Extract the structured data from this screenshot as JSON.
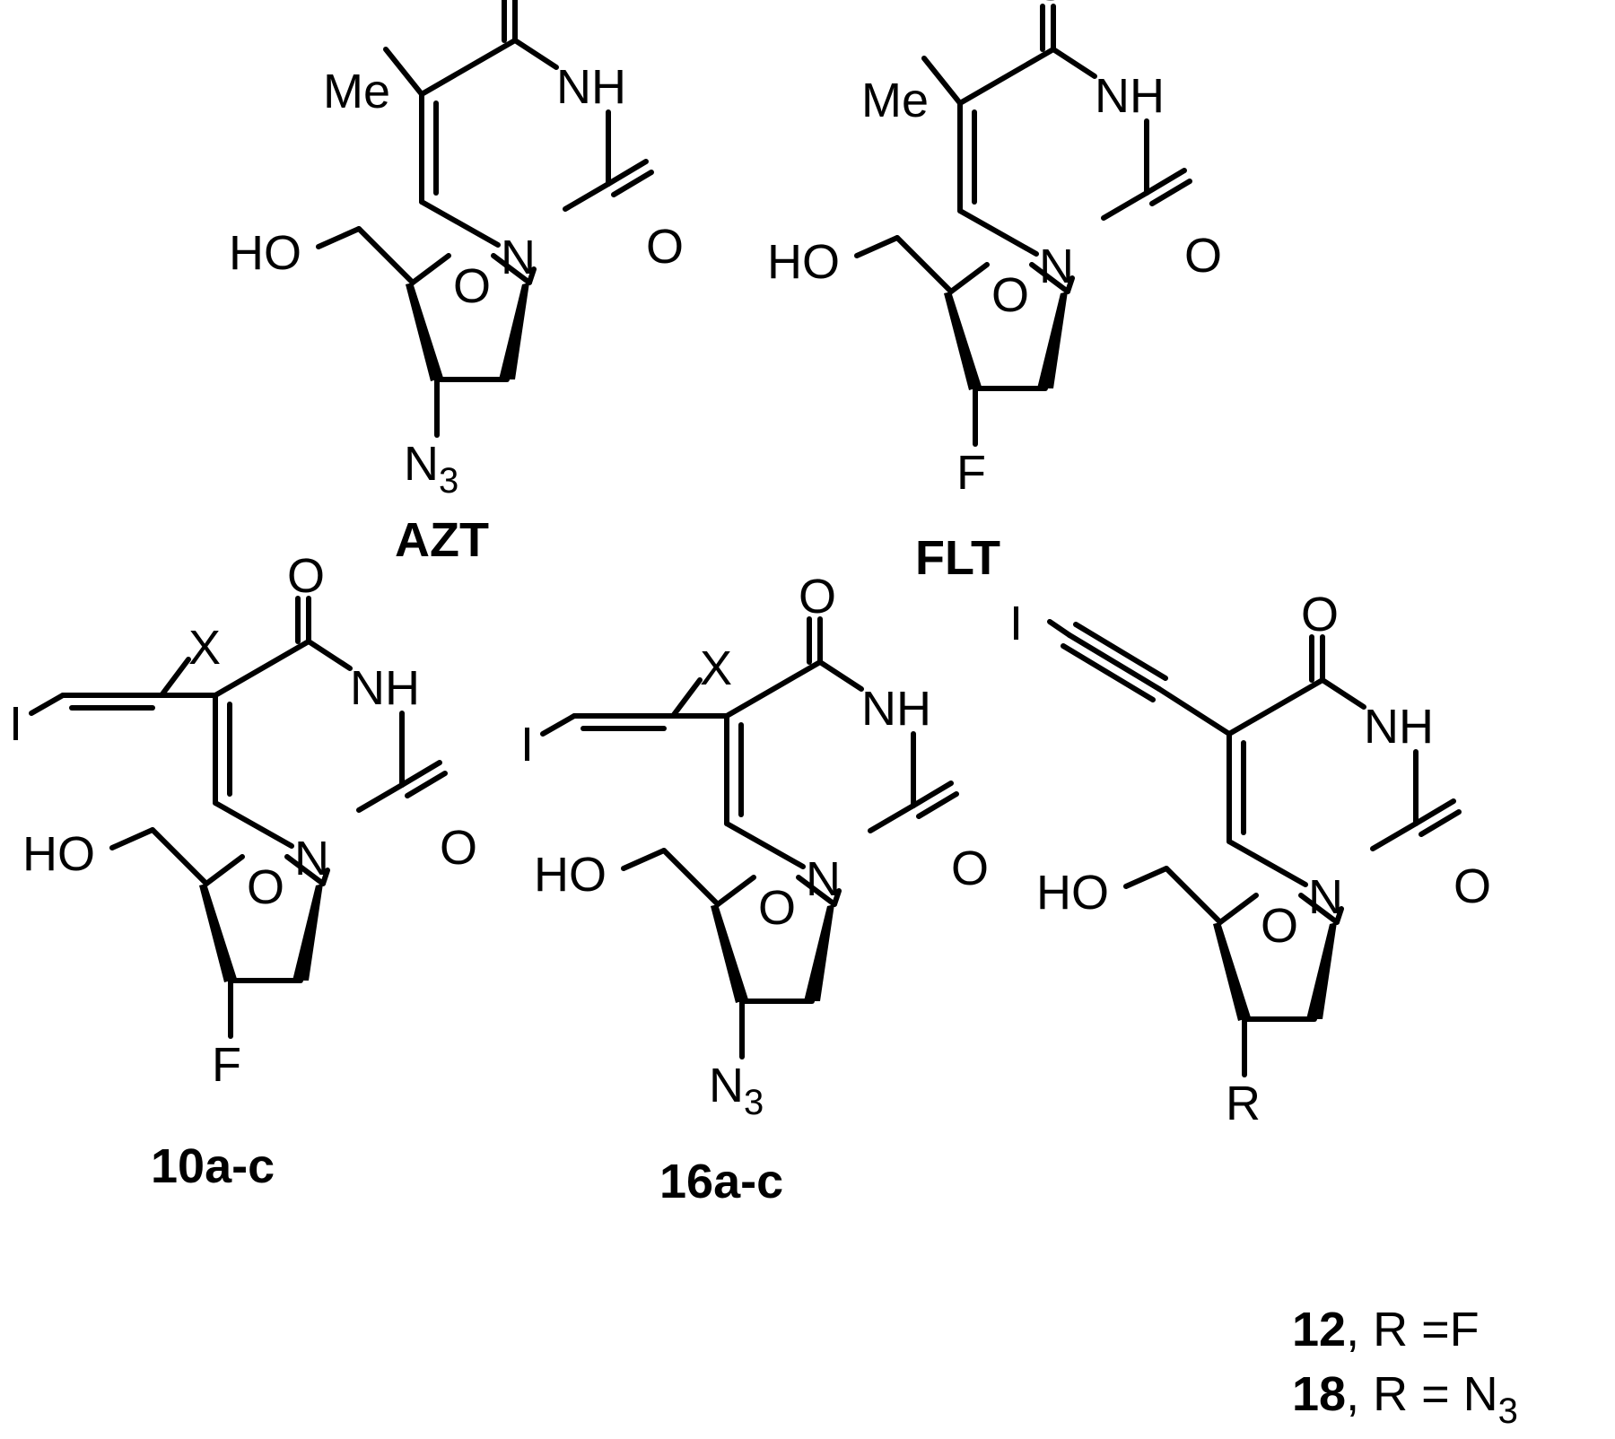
{
  "structures": {
    "azt": {
      "name": "AZT",
      "substituent_5": "Me",
      "substituent_3prime": "N",
      "substituent_3prime_sub": "3"
    },
    "flt": {
      "name": "FLT",
      "substituent_5": "Me",
      "substituent_3prime": "F"
    },
    "cpd10": {
      "name": "10a-c",
      "vinyl_iodide": "I",
      "vinyl_x": "X",
      "substituent_3prime": "F"
    },
    "cpd16": {
      "name": "16a-c",
      "vinyl_iodide": "I",
      "vinyl_x": "X",
      "substituent_3prime": "N",
      "substituent_3prime_sub": "3"
    },
    "cpd12_18": {
      "alkynyl_iodide": "I",
      "substituent_3prime": "R",
      "label_12_num": "12",
      "label_12_rest": ",  R =F",
      "label_18_num": "18",
      "label_18_rest": ", R = N",
      "label_18_sub": "3"
    }
  },
  "atom_labels": {
    "carbonyl_o": "O",
    "nh": "NH",
    "n": "N",
    "ring_o": "O",
    "hydroxyl": "HO"
  }
}
